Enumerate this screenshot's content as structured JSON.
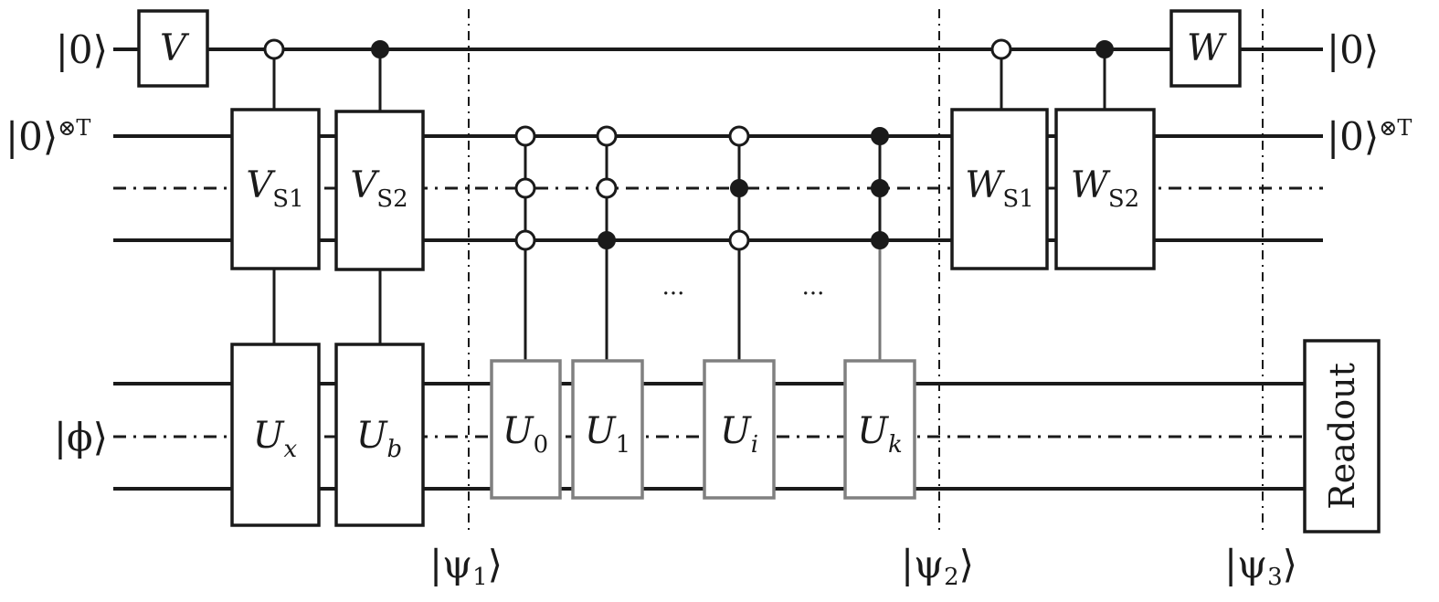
{
  "inputs": {
    "ancilla": {
      "ket": "|0⟩"
    },
    "register": {
      "ket": "|0⟩",
      "power": "⊗T"
    },
    "state": {
      "ket": "|ϕ⟩"
    }
  },
  "outputs": {
    "ancilla": {
      "ket": "|0⟩"
    },
    "register": {
      "ket": "|0⟩",
      "power": "⊗T"
    }
  },
  "gates": {
    "V": {
      "base": "V"
    },
    "W": {
      "base": "W"
    },
    "VS1": {
      "base": "V",
      "sub": "S1"
    },
    "VS2": {
      "base": "V",
      "sub": "S2"
    },
    "WS1": {
      "base": "W",
      "sub": "S1"
    },
    "WS2": {
      "base": "W",
      "sub": "S2"
    },
    "Ux": {
      "base": "U",
      "sub": "x"
    },
    "Ub": {
      "base": "U",
      "sub": "b"
    },
    "U0": {
      "base": "U",
      "sub": "0"
    },
    "U1": {
      "base": "U",
      "sub": "1"
    },
    "Ui": {
      "base": "U",
      "sub": "i"
    },
    "Uk": {
      "base": "U",
      "sub": "k"
    },
    "readout": {
      "label": "Readout"
    }
  },
  "ellipses": {
    "first": "···",
    "second": "···"
  },
  "barriers": {
    "psi1": {
      "ket_open": "|ψ",
      "sub": "1",
      "ket_close": "⟩"
    },
    "psi2": {
      "ket_open": "|ψ",
      "sub": "2",
      "ket_close": "⟩"
    },
    "psi3": {
      "ket_open": "|ψ",
      "sub": "3",
      "ket_close": "⟩"
    }
  },
  "colors": {
    "line": "#1a1a1a",
    "grey_gate": "#808080"
  }
}
